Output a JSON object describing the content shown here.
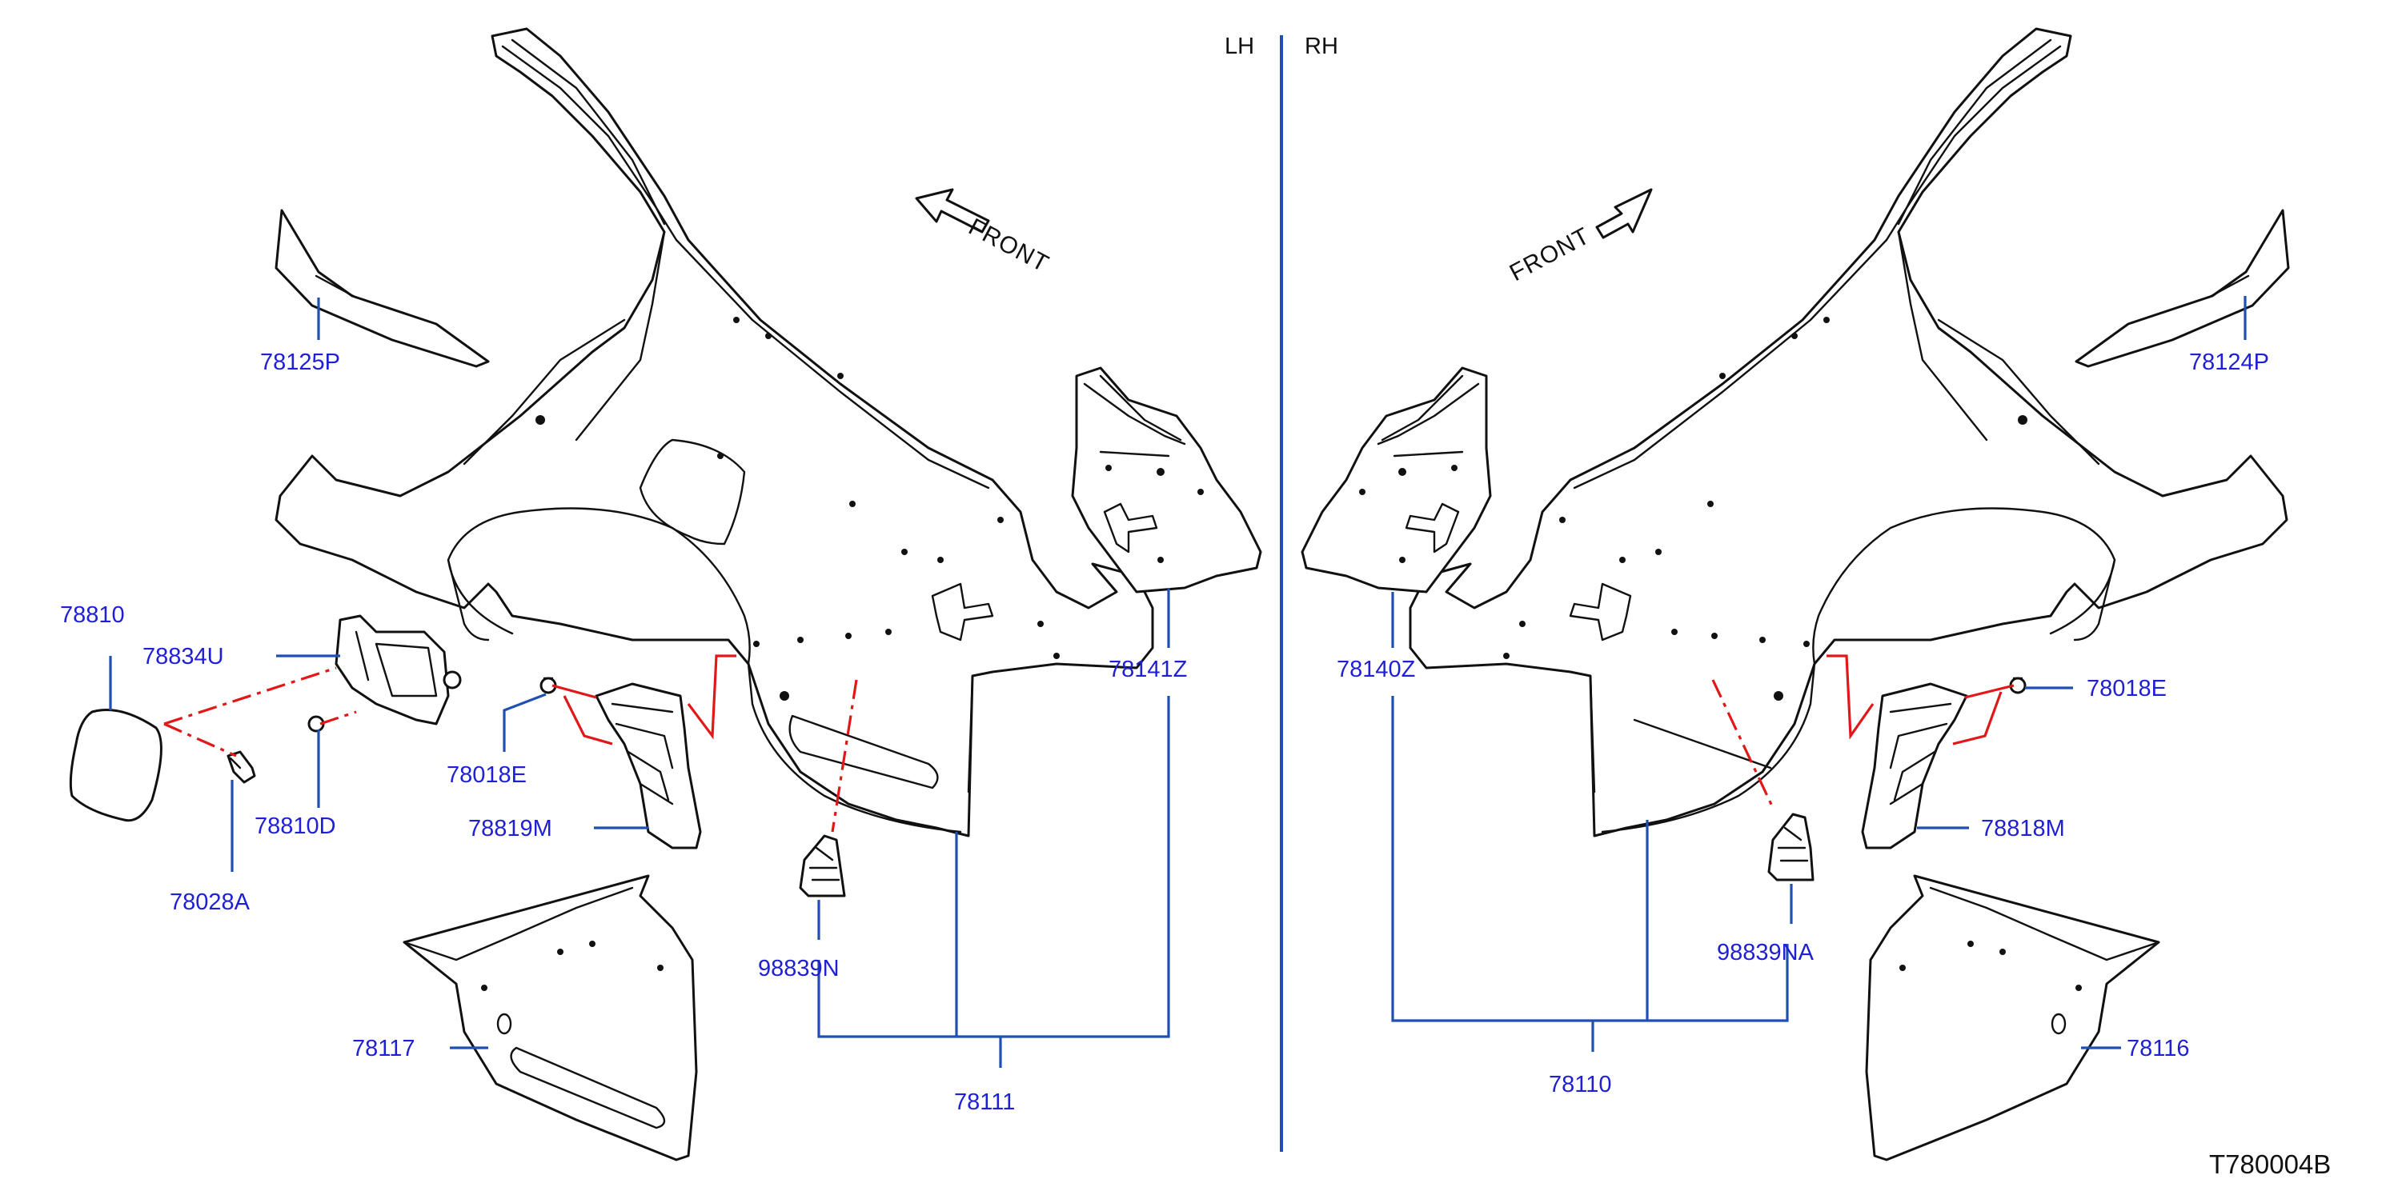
{
  "side_labels": {
    "left": "LH",
    "right": "RH"
  },
  "direction_labels": {
    "left_front": "FRONT",
    "right_front": "FRONT"
  },
  "diagram_id": "T780004B",
  "callouts": {
    "c_78125P": "78125P",
    "c_78810": "78810",
    "c_78834U": "78834U",
    "c_78018E_left": "78018E",
    "c_78810D": "78810D",
    "c_78028A": "78028A",
    "c_78819M": "78819M",
    "c_98839N": "98839N",
    "c_78141Z": "78141Z",
    "c_78111": "78111",
    "c_78117": "78117",
    "c_78140Z": "78140Z",
    "c_78110": "78110",
    "c_98839NA": "98839NA",
    "c_78018E_right": "78018E",
    "c_78818M": "78818M",
    "c_78124P": "78124P",
    "c_78116": "78116"
  },
  "colors": {
    "callout_text": "#1f1fd6",
    "leader_line": "#1f4fb0",
    "phantom_line": "#e01818",
    "line_art": "#111111"
  }
}
